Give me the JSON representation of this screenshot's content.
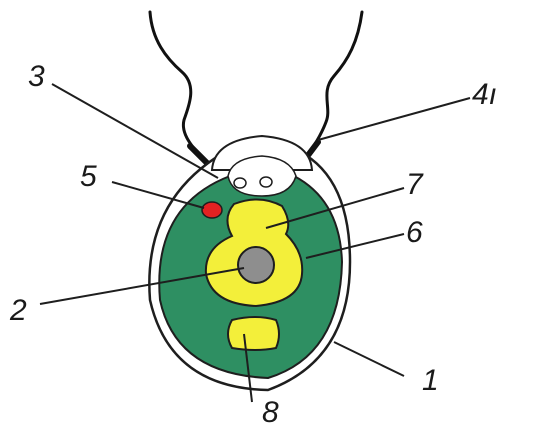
{
  "diagram": {
    "labels": {
      "1": "1",
      "2": "2",
      "3": "3",
      "4": "4ı",
      "5": "5",
      "6": "6",
      "7": "7",
      "8": "8"
    },
    "colors": {
      "background": "#ffffff",
      "outline": "#1e1e1e",
      "cell_wall": "#ffffff",
      "chloroplast": "#2e8f62",
      "cytoplasm": "#f3ef3a",
      "nucleus": "#8e8e8e",
      "eyespot": "#e32222",
      "pyrenoid": "#f3ef3a",
      "flagella": "#111111"
    }
  }
}
